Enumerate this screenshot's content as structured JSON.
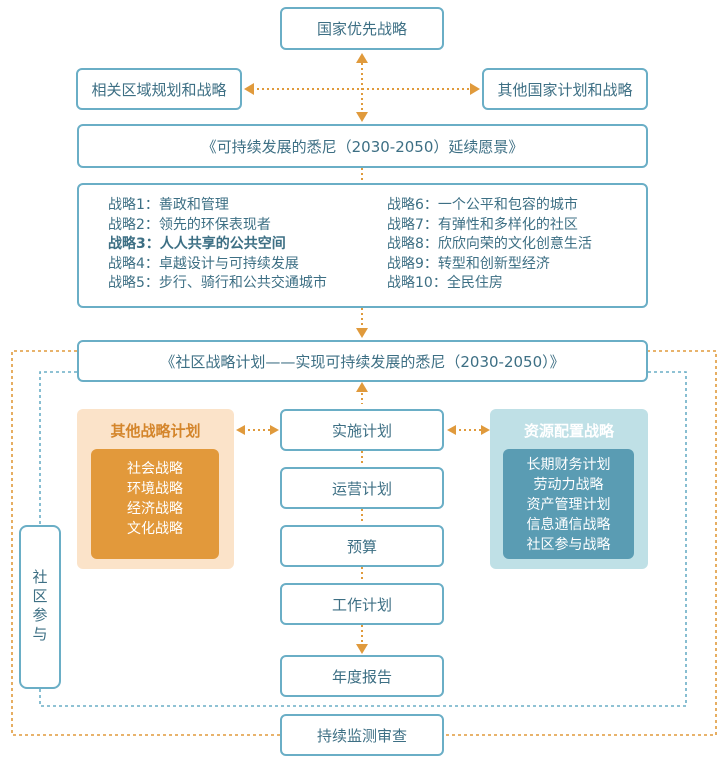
{
  "top": {
    "national_priorities": "国家优先战略",
    "regional_plans": "相关区域规划和战略",
    "other_national_plans": "其他国家计划和战略",
    "vision": "《可持续发展的悉尼（2030-2050）延续愿景》"
  },
  "strategies": {
    "left": [
      "战略1：善政和管理",
      "战略2：领先的环保表现者",
      "战略3：人人共享的公共空间",
      "战略4：卓越设计与可持续发展",
      "战略5：步行、骑行和公共交通城市"
    ],
    "right": [
      "战略6：一个公平和包容的城市",
      "战略7：有弹性和多样化的社区",
      "战略8：欣欣向荣的文化创意生活",
      "战略9：转型和创新型经济",
      "战略10：全民住房"
    ]
  },
  "community_plan": "《社区战略计划——实现可持续发展的悉尼（2030-2050）》",
  "center_steps": {
    "implementation": "实施计划",
    "operations": "运营计划",
    "budget": "预算",
    "work_plan": "工作计划",
    "annual_report": "年度报告"
  },
  "other_plans": {
    "title": "其他战略计划",
    "items": [
      "社会战略",
      "环境战略",
      "经济战略",
      "文化战略"
    ]
  },
  "resource": {
    "title": "资源配置战略",
    "items": [
      "长期财务计划",
      "劳动力战略",
      "资产管理计划",
      "信息通信战略",
      "社区参与战略"
    ]
  },
  "community_participation": "社区参与",
  "monitoring": "持续监测审查",
  "colors": {
    "border_blue": "#6aaec6",
    "text_blue": "#3d6f84",
    "arrow_orange": "#e09a3c",
    "orange_panel_bg": "#fbe3c9",
    "orange_inner": "#e2993b",
    "blue_panel_bg": "#bfe0e6",
    "blue_inner": "#5a9cb3"
  }
}
